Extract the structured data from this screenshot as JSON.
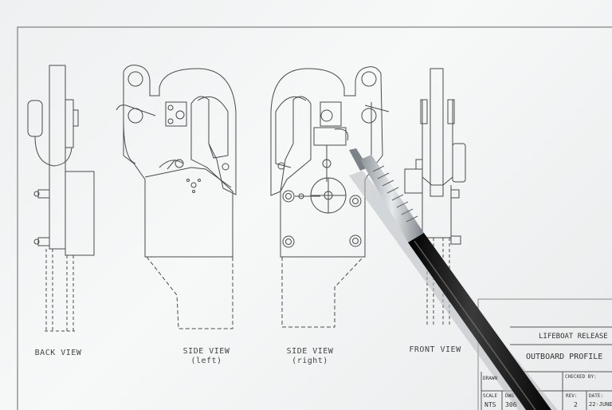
{
  "views": {
    "back": "BACK VIEW",
    "side_left": "SIDE VIEW",
    "side_left_sub": "(left)",
    "side_right": "SIDE VIEW",
    "side_right_sub": "(right)",
    "front": "FRONT VIEW"
  },
  "title_block": {
    "project": "LIFEBOAT RELEASE H",
    "drawing_title": "OUTBOARD PROFILE",
    "checked_by": "CHECKED BY:",
    "drawn": "DRAWN",
    "scale_label": "SCALE",
    "scale_value": "NTS",
    "dwg_label": "DWG",
    "dwg_value": "306",
    "rev_label": "REV:",
    "rev_value": "2",
    "date_label": "DATE:",
    "date_value": "22-JUNE"
  },
  "colors": {
    "paper": "#f3f4f5",
    "line": "#4a4a4a",
    "pen_body": "#1a1a1a"
  }
}
